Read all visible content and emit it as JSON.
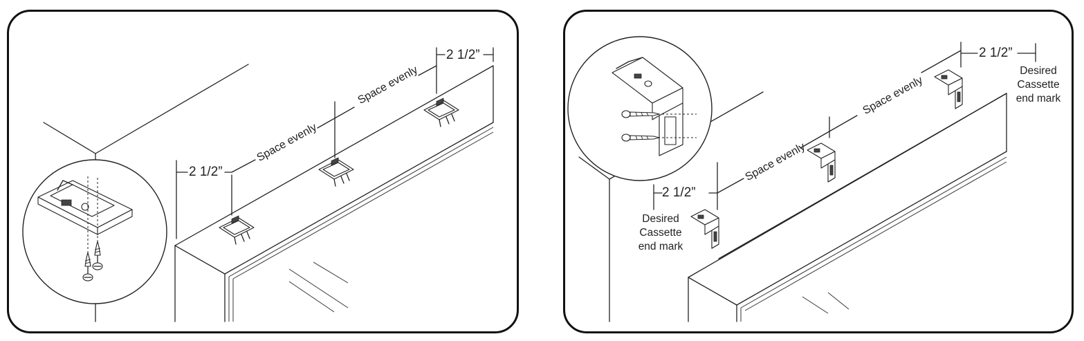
{
  "left_panel": {
    "dim_left": "2 1/2”",
    "dim_right": "2 1/2”",
    "space_1": "Space evenly",
    "space_2": "Space evenly"
  },
  "right_panel": {
    "dim_left": "2 1/2”",
    "dim_right": "2 1/2”",
    "space_1": "Space evenly",
    "space_2": "Space evenly",
    "end_mark_left": [
      "Desired",
      "Cassette",
      "end mark"
    ],
    "end_mark_right": [
      "Desired",
      "Cassette",
      "end mark"
    ]
  },
  "colors": {
    "line": "#222222",
    "border": "#111111",
    "background": "#ffffff"
  }
}
